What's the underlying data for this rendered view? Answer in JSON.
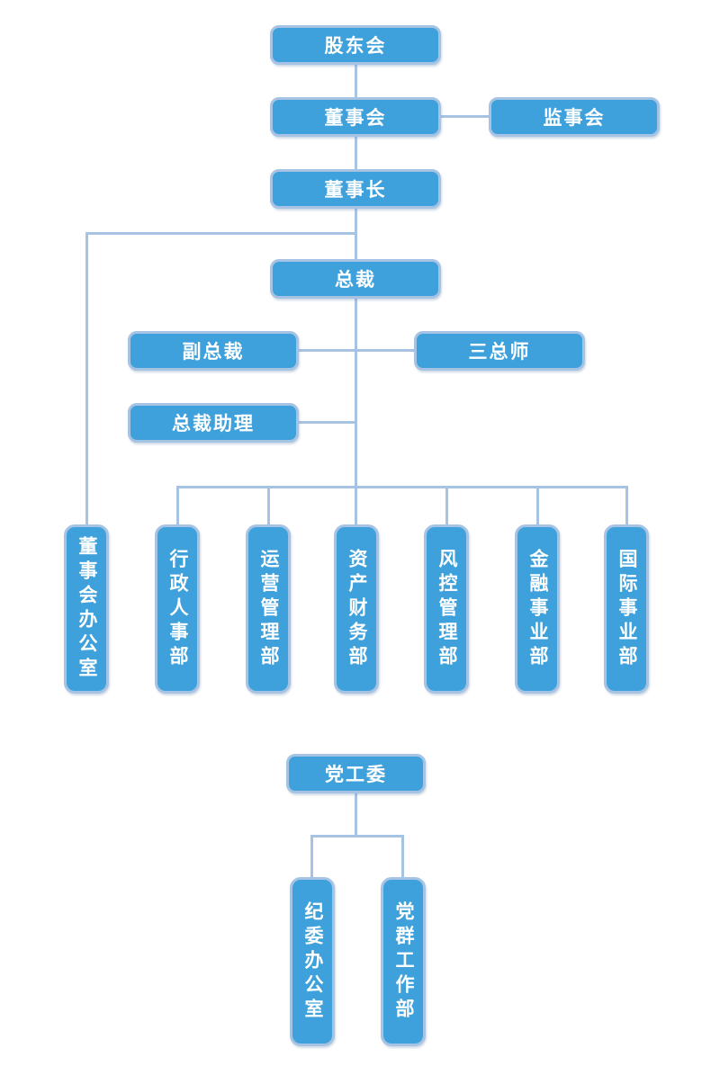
{
  "diagram": {
    "type": "org-chart",
    "colors": {
      "node_fill": "#3FA1DB",
      "node_border": "#A7C3E4",
      "connector": "#A7C3E4",
      "node_text": "#FFFFFF",
      "background": "#FFFFFF"
    },
    "nodes": {
      "shareholders": {
        "label": "股东会"
      },
      "board": {
        "label": "董事会"
      },
      "supervisory": {
        "label": "监事会"
      },
      "chairman": {
        "label": "董事长"
      },
      "president": {
        "label": "总裁"
      },
      "vice_president": {
        "label": "副总裁"
      },
      "three_chiefs": {
        "label": "三总师"
      },
      "president_assistant": {
        "label": "总裁助理"
      },
      "departments": [
        {
          "label": "董事会办公室"
        },
        {
          "label": "行政人事部"
        },
        {
          "label": "运营管理部"
        },
        {
          "label": "资产财务部"
        },
        {
          "label": "风控管理部"
        },
        {
          "label": "金融事业部"
        },
        {
          "label": "国际事业部"
        }
      ],
      "party_committee": {
        "label": "党工委"
      },
      "party_departments": [
        {
          "label": "纪委办公室"
        },
        {
          "label": "党群工作部"
        }
      ]
    },
    "edges": [
      [
        "股东会",
        "董事会"
      ],
      [
        "董事会",
        "监事会"
      ],
      [
        "董事会",
        "董事长"
      ],
      [
        "董事长",
        "董事会办公室"
      ],
      [
        "董事长",
        "总裁"
      ],
      [
        "总裁",
        "副总裁"
      ],
      [
        "总裁",
        "三总师"
      ],
      [
        "总裁",
        "总裁助理"
      ],
      [
        "总裁",
        "行政人事部"
      ],
      [
        "总裁",
        "运营管理部"
      ],
      [
        "总裁",
        "资产财务部"
      ],
      [
        "总裁",
        "风控管理部"
      ],
      [
        "总裁",
        "金融事业部"
      ],
      [
        "总裁",
        "国际事业部"
      ],
      [
        "党工委",
        "纪委办公室"
      ],
      [
        "党工委",
        "党群工作部"
      ]
    ]
  }
}
